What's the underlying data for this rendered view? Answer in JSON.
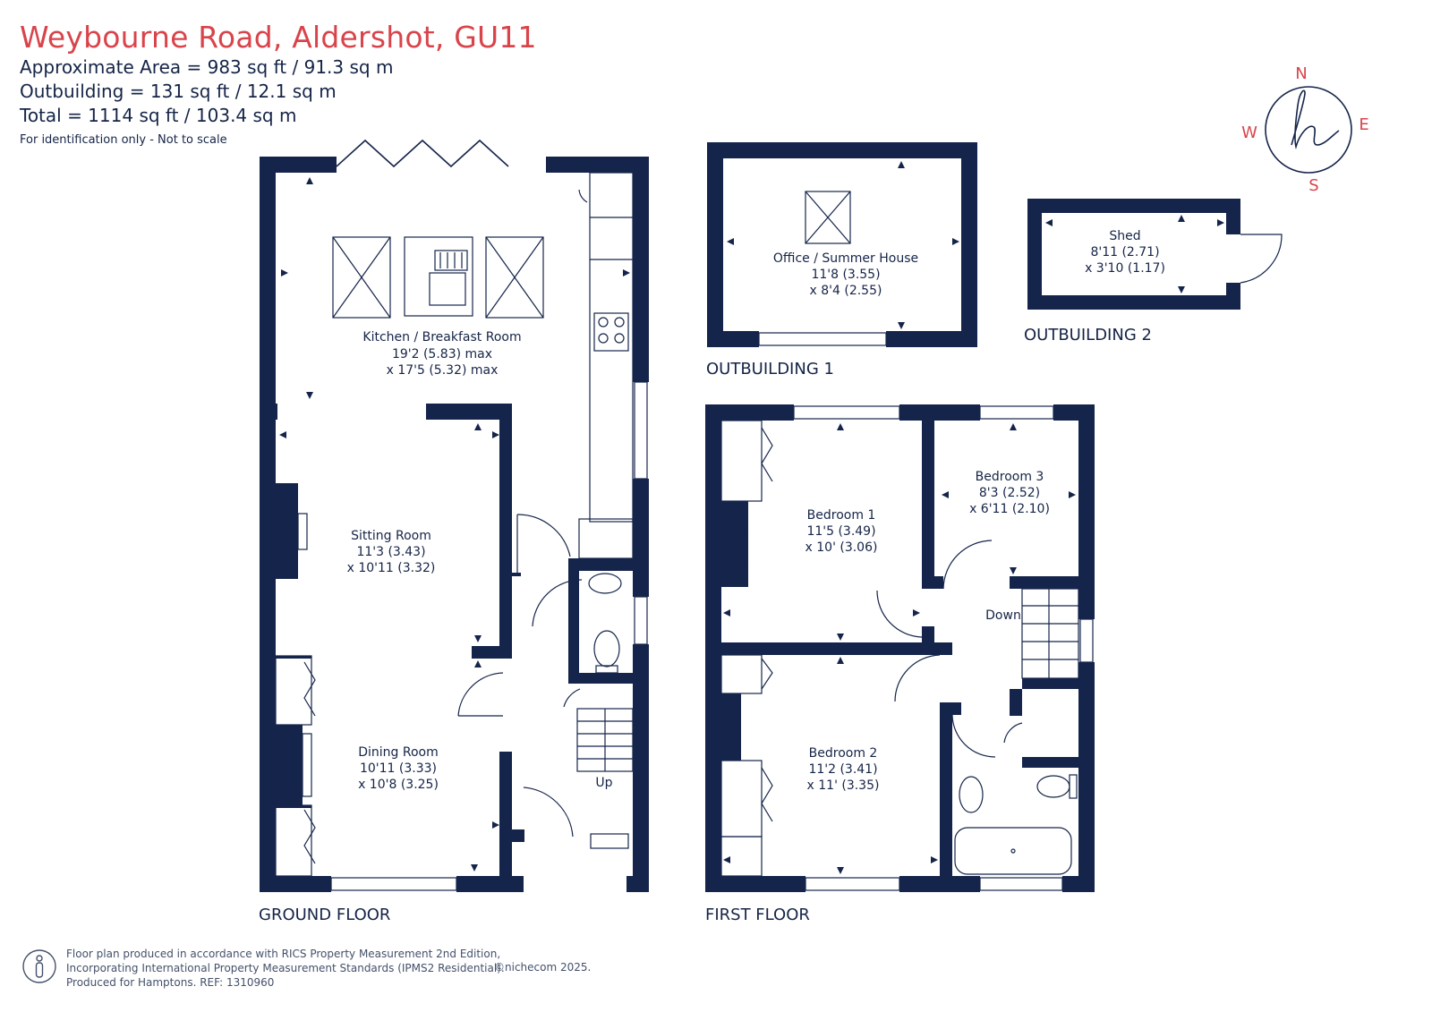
{
  "header": {
    "title": "Weybourne Road, Aldershot, GU11",
    "area": "Approximate Area = 983 sq ft / 91.3 sq m",
    "outbuilding": "Outbuilding = 131 sq ft / 12.1 sq m",
    "total": "Total = 1114 sq ft / 103.4 sq m",
    "note": "For identification only - Not to scale"
  },
  "compass": {
    "n": "N",
    "e": "E",
    "s": "S",
    "w": "W",
    "color": "#d9444b"
  },
  "floors": {
    "ground": "GROUND FLOOR",
    "first": "FIRST FLOOR",
    "outbuilding1": "OUTBUILDING 1",
    "outbuilding2": "OUTBUILDING 2"
  },
  "rooms": {
    "kitchen": {
      "name": "Kitchen / Breakfast Room",
      "dim1": "19'2 (5.83) max",
      "dim2": "x 17'5 (5.32) max"
    },
    "sitting": {
      "name": "Sitting Room",
      "dim1": "11'3 (3.43)",
      "dim2": "x 10'11 (3.32)"
    },
    "dining": {
      "name": "Dining Room",
      "dim1": "10'11 (3.33)",
      "dim2": "x 10'8 (3.25)"
    },
    "office": {
      "name": "Office / Summer House",
      "dim1": "11'8 (3.55)",
      "dim2": "x 8'4 (2.55)"
    },
    "shed": {
      "name": "Shed",
      "dim1": "8'11 (2.71)",
      "dim2": "x 3'10 (1.17)"
    },
    "bedroom1": {
      "name": "Bedroom 1",
      "dim1": "11'5 (3.49)",
      "dim2": "x 10' (3.06)"
    },
    "bedroom2": {
      "name": "Bedroom 2",
      "dim1": "11'2 (3.41)",
      "dim2": "x 11' (3.35)"
    },
    "bedroom3": {
      "name": "Bedroom 3",
      "dim1": "8'3 (2.52)",
      "dim2": "x 6'11 (2.10)"
    }
  },
  "stairs": {
    "up": "Up",
    "down": "Down"
  },
  "footer": {
    "line1": "Floor plan produced in accordance with RICS Property Measurement 2nd Edition,",
    "line2": "Incorporating International Property Measurement Standards (IPMS2 Residential).",
    "line3": "Produced for Hamptons.  REF:  1310960",
    "copyright": "©nichecom 2025."
  },
  "colors": {
    "wall": "#15244a",
    "title": "#d9444b"
  }
}
